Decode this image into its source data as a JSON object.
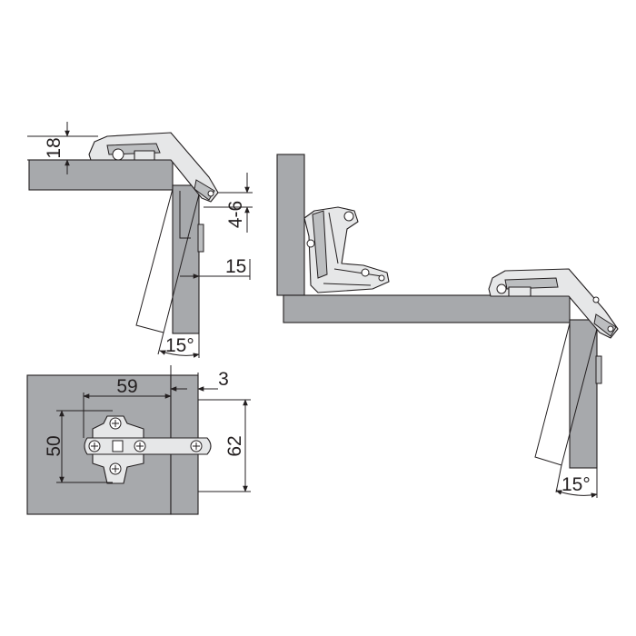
{
  "dimensions": {
    "overlay_height": "18",
    "adjust_range": "4-6",
    "door_offset": "15",
    "angle_left": "15°",
    "boring_distance": "59",
    "edge_gap": "3",
    "plate_height": "50",
    "total_height": "62",
    "angle_right": "15°"
  },
  "colors": {
    "panel": "#a7a9ac",
    "metal": "#e6e7e8",
    "line": "#231f20"
  }
}
